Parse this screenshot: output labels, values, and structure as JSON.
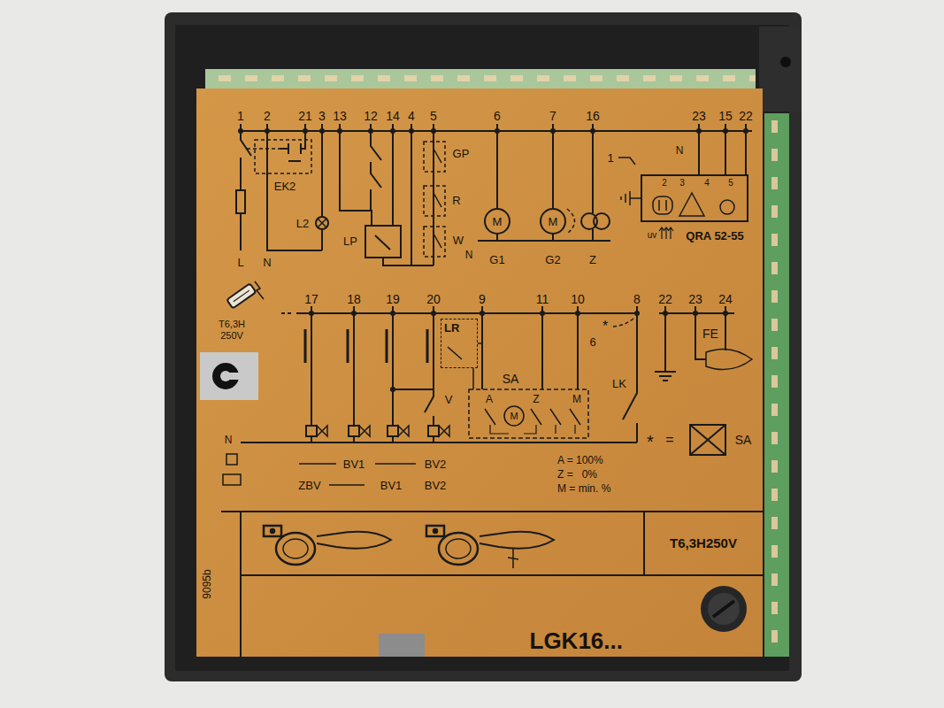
{
  "diagram": {
    "nodes": [
      {
        "text": [
          "LR"
        ]
      },
      {
        "text": [
          "T6,3H250V"
        ]
      },
      {
        "text": [
          "LGK16..."
        ]
      }
    ],
    "labels": [
      "1",
      "2",
      "21",
      "3",
      "13",
      "12",
      "14",
      "4",
      "5",
      "6",
      "7",
      "16",
      "23",
      "15",
      "22",
      "EK2",
      "L2",
      "L",
      "N",
      "LP",
      "GP",
      "R",
      "W",
      "N",
      "M",
      "G1",
      "M",
      "G2",
      "Z",
      "1",
      "N",
      "2",
      "3",
      "4",
      "5",
      "uv",
      "QRA 52-55",
      "T6,3H",
      "250V",
      "17",
      "18",
      "19",
      "20",
      "9",
      "11",
      "10",
      "8",
      "22",
      "23",
      "24",
      "*",
      "6",
      "FE",
      "V",
      "SA",
      "A",
      "M",
      "Z",
      "M",
      "LK",
      "*",
      "=",
      "SA",
      "N",
      "BV1",
      "BV2",
      "ZBV",
      "BV1",
      "BV2",
      "A = 100%",
      "Z =   0%",
      "M = min. %",
      "9095b"
    ]
  }
}
